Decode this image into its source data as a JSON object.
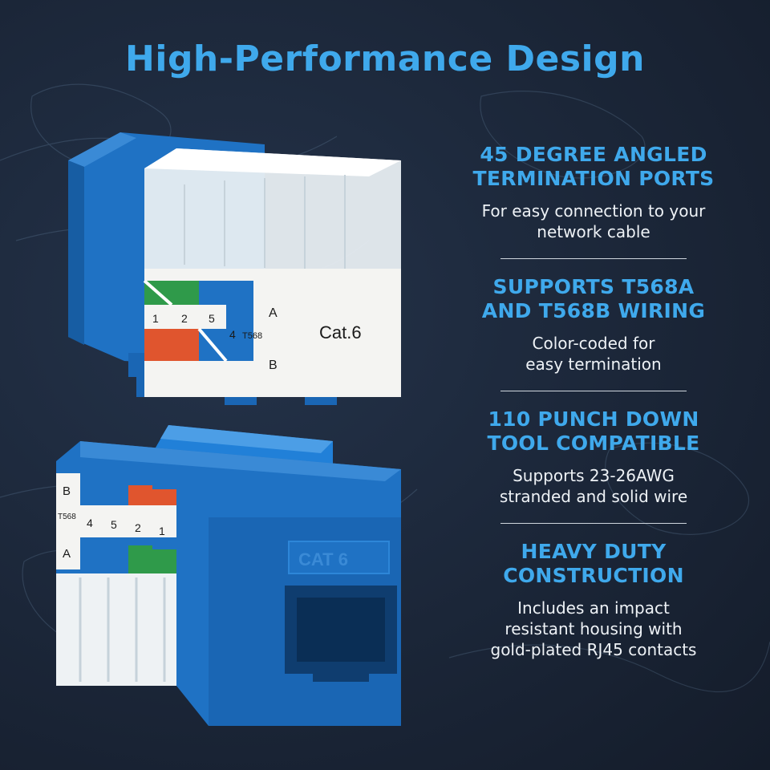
{
  "title": "High-Performance Design",
  "features": [
    {
      "heading": [
        "45 Degree Angled",
        "Termination Ports"
      ],
      "desc": [
        "For easy connection to your",
        "network cable"
      ]
    },
    {
      "heading": [
        "Supports T568A",
        "and T568B Wiring"
      ],
      "desc": [
        "Color-coded for",
        "easy termination"
      ]
    },
    {
      "heading": [
        "110 Punch Down",
        "Tool Compatible"
      ],
      "desc": [
        "Supports 23-26AWG",
        "stranded and solid wire"
      ]
    },
    {
      "heading": [
        "Heavy Duty",
        "Construction"
      ],
      "desc": [
        "Includes an impact",
        "resistant housing with",
        "gold-plated RJ45 contacts"
      ]
    }
  ],
  "product_top": {
    "label": "Cat.6",
    "pins": [
      "1",
      "2",
      "5",
      "4"
    ],
    "std_a": "A",
    "std_b": "B",
    "std_code": "T568"
  },
  "product_bottom": {
    "embossed": "CAT 6",
    "pins": [
      "1",
      "2",
      "5",
      "4"
    ],
    "std_a": "A",
    "std_b": "B",
    "std_code": "T568"
  },
  "colors": {
    "accent": "#3fa9ec",
    "housing_blue": "#1f72c4",
    "wire_orange": "#e0552e",
    "wire_green": "#2f9a4a"
  }
}
